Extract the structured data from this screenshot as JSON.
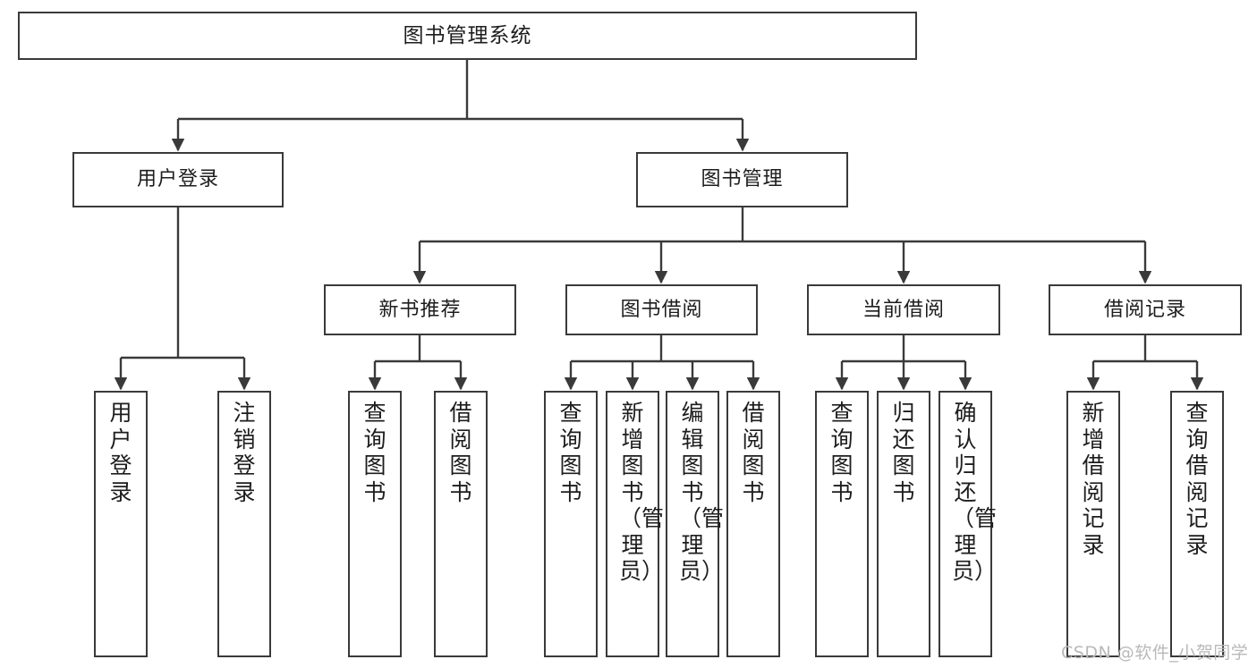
{
  "diagram": {
    "title": "图书管理系统",
    "type": "tree-structure-chart",
    "watermark": "CSDN @软件_小贺同学",
    "colors": {
      "box_border": "#3a3a3a",
      "box_fill": "#ffffff",
      "connector": "#3a3a3a",
      "text": "#1d1d1d",
      "watermark": "#b9b9b9",
      "background": "#ffffff"
    },
    "root": {
      "label": "图书管理系统"
    },
    "level2": [
      {
        "label": "用户登录"
      },
      {
        "label": "图书管理"
      }
    ],
    "level3": [
      {
        "label": "新书推荐"
      },
      {
        "label": "图书借阅"
      },
      {
        "label": "当前借阅"
      },
      {
        "label": "借阅记录"
      }
    ],
    "leaves": {
      "user_login": [
        {
          "label": "用户登录"
        },
        {
          "label": "注销登录"
        }
      ],
      "new_book_recommend": [
        {
          "label": "查询图书"
        },
        {
          "label": "借阅图书"
        }
      ],
      "book_borrow": [
        {
          "label": "查询图书"
        },
        {
          "label": "新增图书（管理员）"
        },
        {
          "label": "编辑图书（管理员）"
        },
        {
          "label": "借阅图书"
        }
      ],
      "current_borrow": [
        {
          "label": "查询图书"
        },
        {
          "label": "归还图书"
        },
        {
          "label": "确认归还（管理员）"
        }
      ],
      "borrow_record": [
        {
          "label": "新增借阅记录"
        },
        {
          "label": "查询借阅记录"
        }
      ]
    }
  }
}
